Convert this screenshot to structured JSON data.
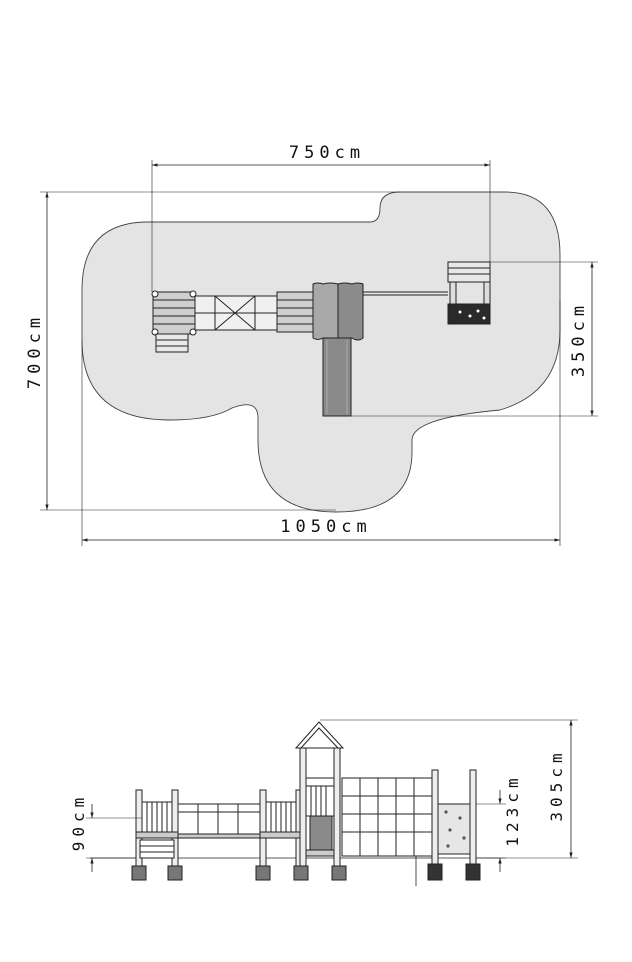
{
  "plan_view": {
    "dim_top": "750cm",
    "dim_left": "700cm",
    "dim_right": "350cm",
    "dim_bottom": "1050cm"
  },
  "elevation_view": {
    "dim_left": "90cm",
    "dim_mid_right": "123cm",
    "dim_right": "305cm"
  },
  "colors": {
    "safety_zone": "#e4e4e4",
    "slide": "#8a8a8a",
    "roof_panel": "#9a9a9a",
    "dark_panel": "#2a2a2a",
    "line": "#222222"
  }
}
